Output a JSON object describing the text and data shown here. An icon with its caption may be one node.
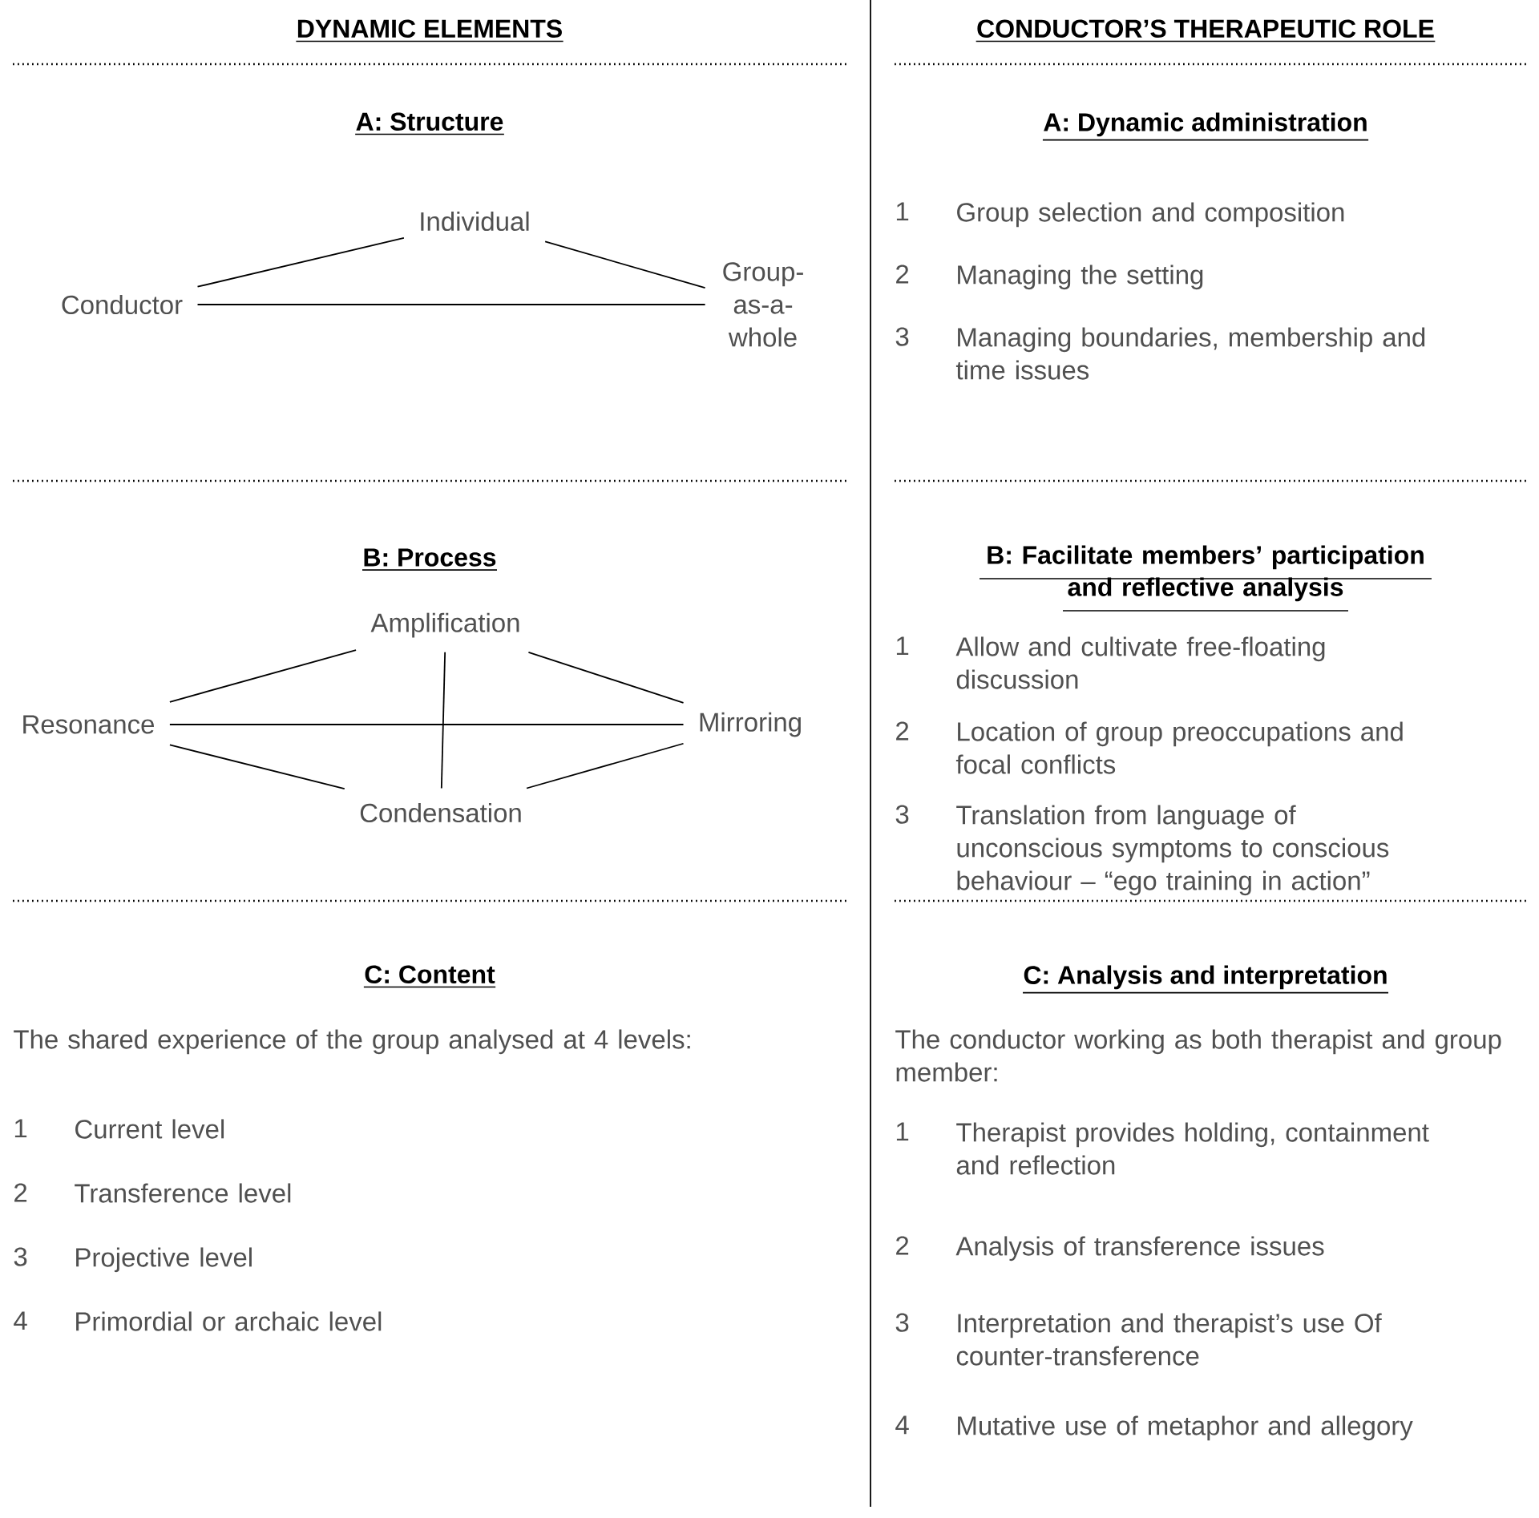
{
  "diagram": {
    "nodes": [
      {
        "text": [
          "Individual"
        ]
      },
      {
        "text": [
          "Conductor"
        ]
      },
      {
        "text": [
          "Group-as-a-whole"
        ]
      },
      {
        "text": [
          "Amplification"
        ]
      },
      {
        "text": [
          "Resonance"
        ]
      },
      {
        "text": [
          "Mirroring"
        ]
      },
      {
        "text": [
          "Condensation"
        ]
      }
    ],
    "edges": [
      {
        "from": 0,
        "to": 1,
        "arrow": "none"
      },
      {
        "from": 0,
        "to": 2,
        "arrow": "none"
      },
      {
        "from": 1,
        "to": 2,
        "arrow": "none"
      },
      {
        "from": 3,
        "to": 4,
        "arrow": "none"
      },
      {
        "from": 3,
        "to": 5,
        "arrow": "none"
      },
      {
        "from": 4,
        "to": 5,
        "arrow": "none"
      },
      {
        "from": 3,
        "to": 6,
        "arrow": "none"
      },
      {
        "from": 4,
        "to": 6,
        "arrow": "none"
      },
      {
        "from": 5,
        "to": 6,
        "arrow": "none"
      }
    ],
    "labels": [
      "DYNAMIC ELEMENTS",
      "A: Structure",
      "B: Process",
      "C: Content",
      "The shared experience of the group analysed at 4 levels:",
      "1",
      "Current level",
      "2",
      "Transference level",
      "3",
      "Projective level",
      "4",
      "Primordial or archaic level",
      "CONDUCTOR’S THERAPEUTIC ROLE",
      "A: Dynamic administration",
      "1",
      "Group selection and composition",
      "2",
      "Managing the setting",
      "3",
      "Managing boundaries, membership and time issues",
      "B: Facilitate members’ participation and reflective analysis",
      "1",
      "Allow and cultivate free-floating discussion",
      "2",
      "Location of group preoccupations and focal conflicts",
      "3",
      "Translation from language of unconscious symptoms to conscious behaviour – “ego training in action”",
      "C: Analysis and interpretation",
      "The conductor working as both therapist and group member:",
      "1",
      "Therapist provides holding, containment and reflection",
      "2",
      "Analysis of transference issues",
      "3",
      "Interpretation and therapist’s use Of counter-transference",
      "4",
      "Mutative use of metaphor and allegory"
    ]
  }
}
